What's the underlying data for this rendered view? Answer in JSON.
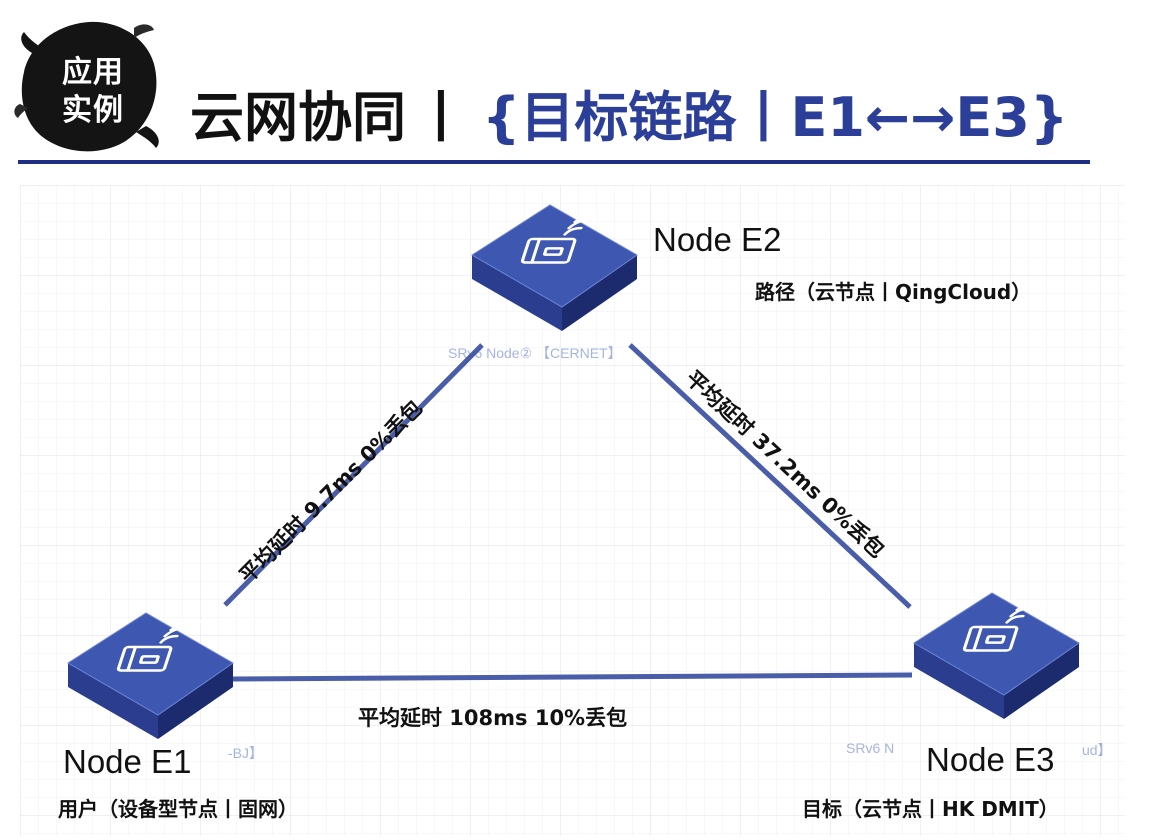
{
  "header": {
    "badge": [
      "应用",
      "实例"
    ],
    "title_main": "云网协同",
    "separator": "丨",
    "title_accent": "{目标链路丨E1←→E3}"
  },
  "nodes": [
    {
      "id": "E1",
      "title": "Node E1",
      "subtitle": "用户（设备型节点丨固网）",
      "ghost": "-BJ】"
    },
    {
      "id": "E2",
      "title": "Node E2",
      "subtitle": "路径（云节点丨QingCloud）",
      "ghost": "SRv6 Node② 【CERNET】"
    },
    {
      "id": "E3",
      "title": "Node E3",
      "subtitle": "目标（云节点丨HK DMIT）",
      "ghost": "SRv6 N",
      "ghost2": "ud】"
    }
  ],
  "links": [
    {
      "from": "E1",
      "to": "E2",
      "label": "平均延时 9.7ms  0%丢包",
      "latency_ms": 9.7,
      "loss_pct": 0
    },
    {
      "from": "E2",
      "to": "E3",
      "label": "平均延时 37.2ms  0%丢包",
      "latency_ms": 37.2,
      "loss_pct": 0
    },
    {
      "from": "E1",
      "to": "E3",
      "label": "平均延时 108ms  10%丢包",
      "latency_ms": 108,
      "loss_pct": 10
    }
  ],
  "colors": {
    "accent": "#2b3f99",
    "router_top": "#3f58b2",
    "router_side": "#1f2f7a",
    "link": "#4a5da8",
    "grid": "#e8e8ec"
  }
}
